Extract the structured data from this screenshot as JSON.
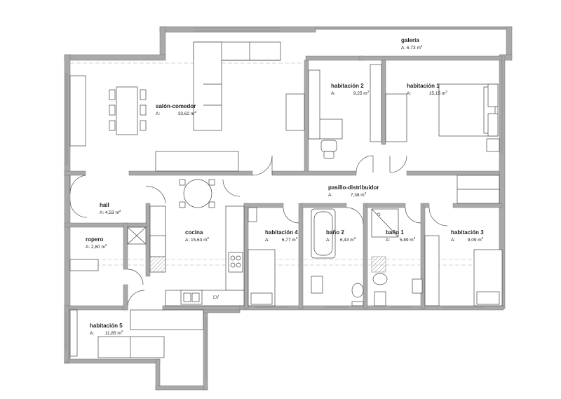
{
  "units": {
    "area_prefix": "A:",
    "area_unit": "m",
    "area_exp": "2"
  },
  "rooms": [
    {
      "id": "galeria",
      "name": "galería",
      "area": "6,73"
    },
    {
      "id": "salon",
      "name": "salón-comedor",
      "area": "33,62"
    },
    {
      "id": "hab2",
      "name": "habitación 2",
      "area": "9,25"
    },
    {
      "id": "hab1",
      "name": "habitación 1",
      "area": "15,15"
    },
    {
      "id": "pasillo",
      "name": "pasillo-distribuidor",
      "area": "7,38"
    },
    {
      "id": "hall",
      "name": "hall",
      "area": "4,53"
    },
    {
      "id": "ropero",
      "name": "ropero",
      "area": "2,80"
    },
    {
      "id": "cocina",
      "name": "cocina",
      "area": "15,63"
    },
    {
      "id": "hab4",
      "name": "habitación 4",
      "area": "6,77"
    },
    {
      "id": "bano2",
      "name": "baño 2",
      "area": "6,43"
    },
    {
      "id": "bano1",
      "name": "baño 1",
      "area": "5,89"
    },
    {
      "id": "hab3",
      "name": "habitación 3",
      "area": "9,09"
    },
    {
      "id": "hab5",
      "name": "habitación 5",
      "area": "11,85"
    }
  ],
  "labels": {
    "lv": "LV"
  }
}
